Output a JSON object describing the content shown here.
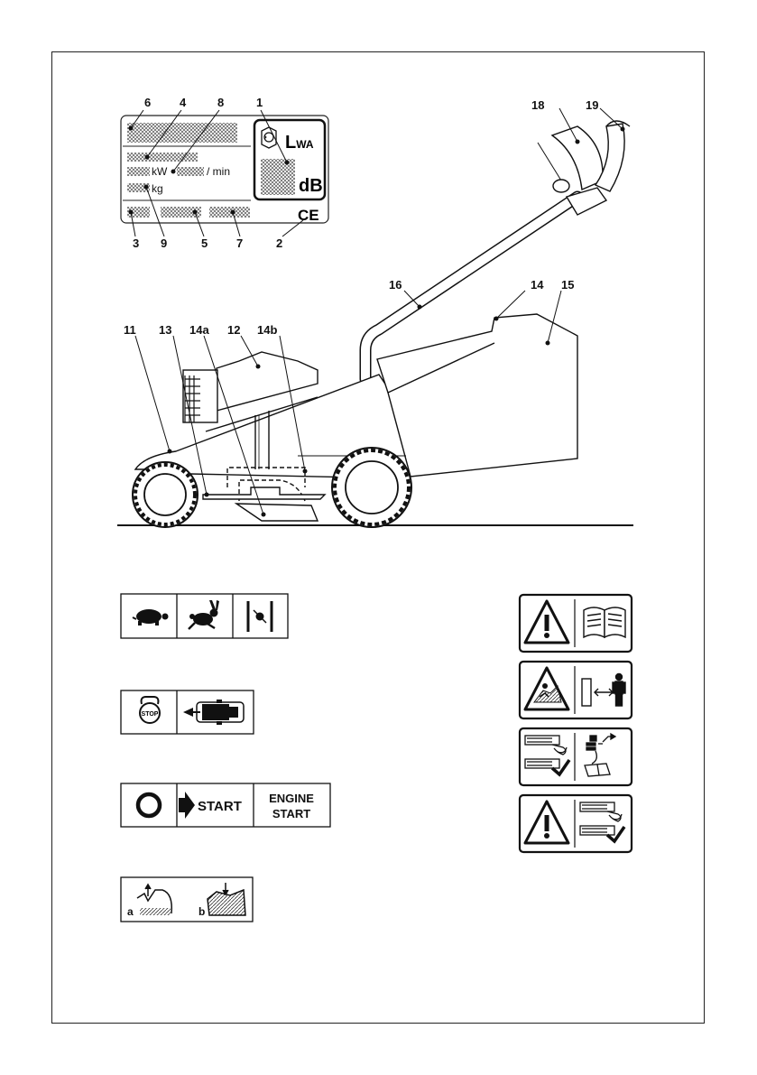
{
  "rating_plate": {
    "callouts": [
      "6",
      "4",
      "8",
      "1",
      "3",
      "9",
      "5",
      "7",
      "2"
    ],
    "unit_kw": "kW",
    "unit_rpm": "/ min",
    "unit_kg": "kg",
    "lwa_main": "L",
    "lwa_sub": "WA",
    "db": "dB",
    "ce_mark": "CE"
  },
  "mower_callouts": [
    "18",
    "19",
    "16",
    "14",
    "15",
    "11",
    "13",
    "14a",
    "12",
    "14b"
  ],
  "controls": {
    "speed_icons": [
      "turtle-icon",
      "rabbit-icon",
      "choke-icon"
    ],
    "stop_label": "STOP",
    "start_label": "START",
    "engine_start_line1": "ENGINE",
    "engine_start_line2": "START",
    "mulch_a": "a",
    "mulch_b": "b"
  },
  "warning_icons": [
    "warning-triangle-icon",
    "manual-book-icon",
    "thrown-object-icon",
    "distance-person-icon",
    "blade-check-icon",
    "disconnect-plug-icon",
    "blade-ok-icon"
  ]
}
